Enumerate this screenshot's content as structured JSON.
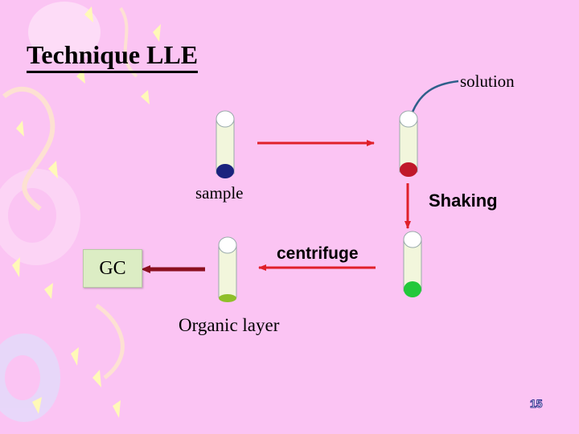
{
  "title": "Technique LLE",
  "labels": {
    "solution": "solution",
    "sample": "sample",
    "shaking": "Shaking",
    "centrifuge": "centrifuge",
    "organic_layer": "Organic layer",
    "gc": "GC"
  },
  "page_number": "15",
  "colors": {
    "background": "#fbc4f3",
    "arrow_red": "#e0202a",
    "arrow_darkred": "#8b1020",
    "curved_arrow": "#2e5f8a",
    "tube_glass": "#f2f6dc",
    "sample_blue": "#1a237e",
    "mixed_red": "#c0182a",
    "green_phase": "#22c83a",
    "organic_olive": "#8fbf2a",
    "gc_box": "#dcedc4"
  },
  "tubes": [
    {
      "name": "sample-tube",
      "content": "sample-blue"
    },
    {
      "name": "solution-tube",
      "content": "mixed-red"
    },
    {
      "name": "shaken-tube",
      "content": "green-phase"
    },
    {
      "name": "organic-layer-tube",
      "content": "organic-olive"
    }
  ]
}
